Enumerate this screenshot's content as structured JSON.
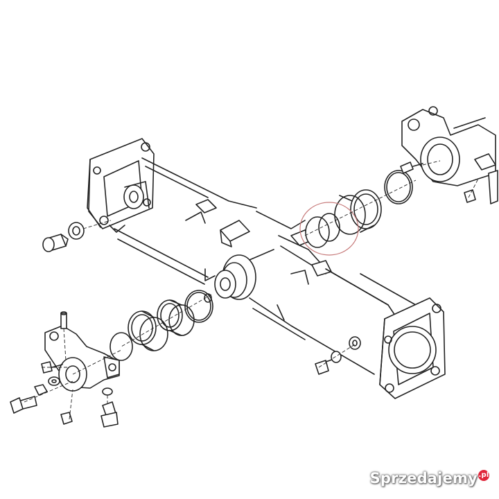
{
  "watermark": {
    "text": "Sprzedajemy",
    "badge": ".pl"
  },
  "colors": {
    "line": "#222222",
    "highlight": "#c77b7b",
    "background": "#ffffff",
    "badge": "#e0263b"
  },
  "diagram": {
    "type": "exploded-view drawing",
    "highlighted_part": "ring-seal-highlight"
  }
}
